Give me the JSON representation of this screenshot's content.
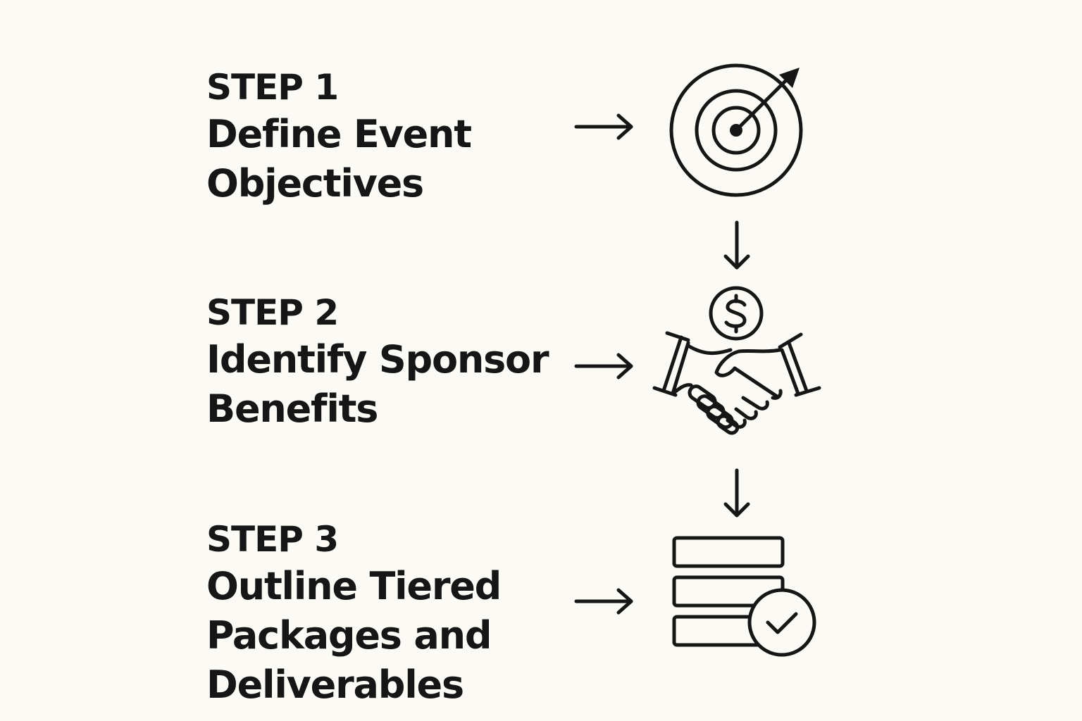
{
  "steps": [
    {
      "label": "STEP 1",
      "title_lines": [
        "Define Event",
        "Objectives"
      ],
      "icon": "target-icon"
    },
    {
      "label": "STEP 2",
      "title_lines": [
        "Identify Sponsor",
        "Benefits"
      ],
      "icon": "handshake-dollar-icon"
    },
    {
      "label": "STEP 3",
      "title_lines": [
        "Outline Tiered",
        "Packages and",
        "Deliverables"
      ],
      "icon": "tiered-packages-check-icon"
    }
  ],
  "colors": {
    "background": "#fbfaf5",
    "ink": "#161616"
  }
}
